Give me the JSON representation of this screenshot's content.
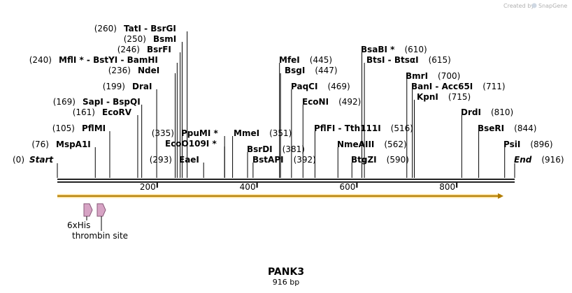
{
  "credit": {
    "prefix": "Created by",
    "brand": "SnapGene",
    "brand_color": "#4a90d9"
  },
  "map": {
    "name": "PANK3",
    "length_label": "916 bp",
    "length": 916,
    "sequence_color": "#222222",
    "orf_color": "#f2a900",
    "orf_fill": "#fbe3a6"
  },
  "ruler_ticks": [
    {
      "pos": 200,
      "label": "200"
    },
    {
      "pos": 400,
      "label": "400"
    },
    {
      "pos": 600,
      "label": "600"
    },
    {
      "pos": 800,
      "label": "800"
    }
  ],
  "sites": [
    {
      "id": "start",
      "pos": 0,
      "num": "(0)",
      "name": "Start",
      "style": "ital",
      "side": "right"
    },
    {
      "id": "mspa1i",
      "pos": 76,
      "num": "(76)",
      "name": "MspA1I",
      "style": "bold",
      "side": "right"
    },
    {
      "id": "pflmi",
      "pos": 105,
      "num": "(105)",
      "name": "PflMI",
      "style": "bold",
      "side": "right"
    },
    {
      "id": "ecorv",
      "pos": 161,
      "num": "(161)",
      "name": "EcoRV",
      "style": "bold",
      "side": "right"
    },
    {
      "id": "sapi",
      "pos": 169,
      "num": "(169)",
      "name": "SapI  - BspQI",
      "style": "bold",
      "side": "right"
    },
    {
      "id": "drai",
      "pos": 199,
      "num": "(199)",
      "name": "DraI",
      "style": "bold",
      "side": "right"
    },
    {
      "id": "ndei",
      "pos": 236,
      "num": "(236)",
      "name": "NdeI",
      "style": "bold",
      "side": "right"
    },
    {
      "id": "mfli",
      "pos": 240,
      "num": "(240)",
      "name": "MflI * - BstYI  - BamHI",
      "style": "bold",
      "side": "right"
    },
    {
      "id": "bsrfi",
      "pos": 246,
      "num": "(246)",
      "name": "BsrFI",
      "style": "bold",
      "side": "right"
    },
    {
      "id": "bsmi",
      "pos": 250,
      "num": "(250)",
      "name": "BsmI",
      "style": "bold",
      "side": "right"
    },
    {
      "id": "tati",
      "pos": 260,
      "num": "(260)",
      "name": "TatI  - BsrGI",
      "style": "bold",
      "side": "right"
    },
    {
      "id": "eaei",
      "pos": 293,
      "num": "(293)",
      "name": "EaeI",
      "style": "bold",
      "side": "right"
    },
    {
      "id": "ecoo109i",
      "pos": 335,
      "num": "",
      "name": "EcoO109I *",
      "style": "bold",
      "side": "right"
    },
    {
      "id": "ppumi",
      "pos": 335,
      "num": "(335)",
      "name": "PpuMI *",
      "style": "bold",
      "side": "right"
    },
    {
      "id": "mmei",
      "pos": 351,
      "num": "(351)",
      "name": "MmeI",
      "style": "bold",
      "side": "left"
    },
    {
      "id": "bsrdi",
      "pos": 381,
      "num": "(381)",
      "name": "BsrDI",
      "style": "bold",
      "side": "left"
    },
    {
      "id": "bstapi",
      "pos": 392,
      "num": "(392)",
      "name": "BstAPI",
      "style": "bold",
      "side": "left"
    },
    {
      "id": "mfei",
      "pos": 445,
      "num": "(445)",
      "name": "MfeI",
      "style": "bold",
      "side": "left"
    },
    {
      "id": "bsgi",
      "pos": 447,
      "num": "(447)",
      "name": "BsgI",
      "style": "bold",
      "side": "left"
    },
    {
      "id": "paqci",
      "pos": 469,
      "num": "(469)",
      "name": "PaqCI",
      "style": "bold",
      "side": "left"
    },
    {
      "id": "econi",
      "pos": 492,
      "num": "(492)",
      "name": "EcoNI",
      "style": "bold",
      "side": "left"
    },
    {
      "id": "pflfi",
      "pos": 516,
      "num": "(516)",
      "name": "PflFI  - Tth111I",
      "style": "bold",
      "side": "left"
    },
    {
      "id": "nmeaiii",
      "pos": 562,
      "num": "(562)",
      "name": "NmeAIII",
      "style": "bold",
      "side": "left"
    },
    {
      "id": "btgzi",
      "pos": 590,
      "num": "(590)",
      "name": "BtgZI",
      "style": "bold",
      "side": "left"
    },
    {
      "id": "bsabi",
      "pos": 610,
      "num": "(610)",
      "name": "BsaBI *",
      "style": "bold",
      "side": "left"
    },
    {
      "id": "btsi",
      "pos": 615,
      "num": "(615)",
      "name": "BtsI  - BtsαI",
      "style": "bold",
      "side": "left"
    },
    {
      "id": "bmri",
      "pos": 700,
      "num": "(700)",
      "name": "BmrI",
      "style": "bold",
      "side": "left"
    },
    {
      "id": "bani",
      "pos": 711,
      "num": "(711)",
      "name": "BanI  - Acc65I",
      "style": "bold",
      "side": "left"
    },
    {
      "id": "kpni",
      "pos": 715,
      "num": "(715)",
      "name": "KpnI",
      "style": "bold",
      "side": "left"
    },
    {
      "id": "drdi",
      "pos": 810,
      "num": "(810)",
      "name": "DrdI",
      "style": "bold",
      "side": "left"
    },
    {
      "id": "bseri",
      "pos": 844,
      "num": "(844)",
      "name": "BseRI",
      "style": "bold",
      "side": "left"
    },
    {
      "id": "psii",
      "pos": 896,
      "num": "(896)",
      "name": "PsiI",
      "style": "bold",
      "side": "left"
    },
    {
      "id": "end",
      "pos": 916,
      "num": "(916)",
      "name": "End",
      "style": "ital",
      "side": "left"
    }
  ],
  "features": [
    {
      "id": "6xhis",
      "label": "6xHis",
      "color": "#d6a3c4",
      "stroke": "#8a5a7a"
    },
    {
      "id": "thrombin",
      "label": "thrombin site",
      "color": "#d6a3c4",
      "stroke": "#8a5a7a"
    }
  ]
}
